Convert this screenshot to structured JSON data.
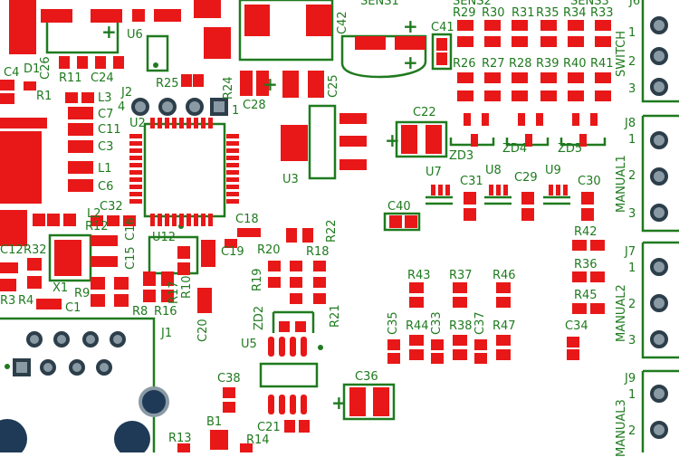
{
  "colors": {
    "background": "#ffffff",
    "silkscreen": "#1f7a1f",
    "pad": "#e81818",
    "via": "#8a9aa4",
    "via_ring": "#2c3e4a",
    "mount_hole": "#1e3a57"
  },
  "labels": {
    "sens1": "SENS1",
    "sens2": "SENS2",
    "sens3": "SENS3",
    "j6": "J6",
    "switch": "SWITCH",
    "manual1": "MANUAL1",
    "manual2": "MANUAL2",
    "manual3": "MANUAL3",
    "j7": "J7",
    "j8": "J8",
    "j9": "J9",
    "c4": "C4",
    "d1": "D1",
    "c26": "C26",
    "r11": "R11",
    "c24": "C24",
    "u6": "U6",
    "r1": "R1",
    "j2": "J2",
    "j2_pin4": "4",
    "j2_pin1": "1",
    "r25": "R25",
    "r24": "R24",
    "c28": "C28",
    "c25": "C25",
    "c42": "C42",
    "c41": "C41",
    "l3": "L3",
    "c7": "C7",
    "c11": "C11",
    "c3": "C3",
    "l1": "L1",
    "c6": "C6",
    "u2": "U2",
    "c22": "C22",
    "zd3": "ZD3",
    "zd4": "ZD4",
    "zd5": "ZD5",
    "u3": "U3",
    "r29": "R29",
    "r30": "R30",
    "r31": "R31",
    "r35": "R35",
    "r34": "R34",
    "r33": "R33",
    "r26": "R26",
    "r27": "R27",
    "r28": "R28",
    "r39": "R39",
    "r40": "R40",
    "r41": "R41",
    "u7": "U7",
    "u8": "U8",
    "u9": "U9",
    "c31": "C31",
    "c29": "C29",
    "c30": "C30",
    "c40": "C40",
    "l2": "L2",
    "c32": "C32",
    "r12": "R12",
    "c16": "C16",
    "u12": "U12",
    "c15": "C15",
    "c18": "C18",
    "c19": "C19",
    "c12": "C12",
    "r32": "R32",
    "x1": "X1",
    "r9": "R9",
    "r3": "R3",
    "r4": "R4",
    "c1": "C1",
    "r17": "R17",
    "r10": "R10",
    "r8": "R8",
    "r16": "R16",
    "c20": "C20",
    "r20": "R20",
    "r18": "R18",
    "r22": "R22",
    "r19": "R19",
    "r21": "R21",
    "zd2": "ZD2",
    "u5": "U5",
    "r42": "R42",
    "r36": "R36",
    "r45": "R45",
    "c34": "C34",
    "r43": "R43",
    "r37": "R37",
    "r46": "R46",
    "c35": "C35",
    "r44": "R44",
    "c33": "C33",
    "r38": "R38",
    "c37": "C37",
    "r47": "R47",
    "j1": "J1",
    "c38": "C38",
    "c36": "C36",
    "c21": "C21",
    "b1": "B1",
    "r13": "R13",
    "r14": "R14",
    "pin1": "1",
    "pin2": "2",
    "pin3": "3",
    "plus": "+"
  }
}
